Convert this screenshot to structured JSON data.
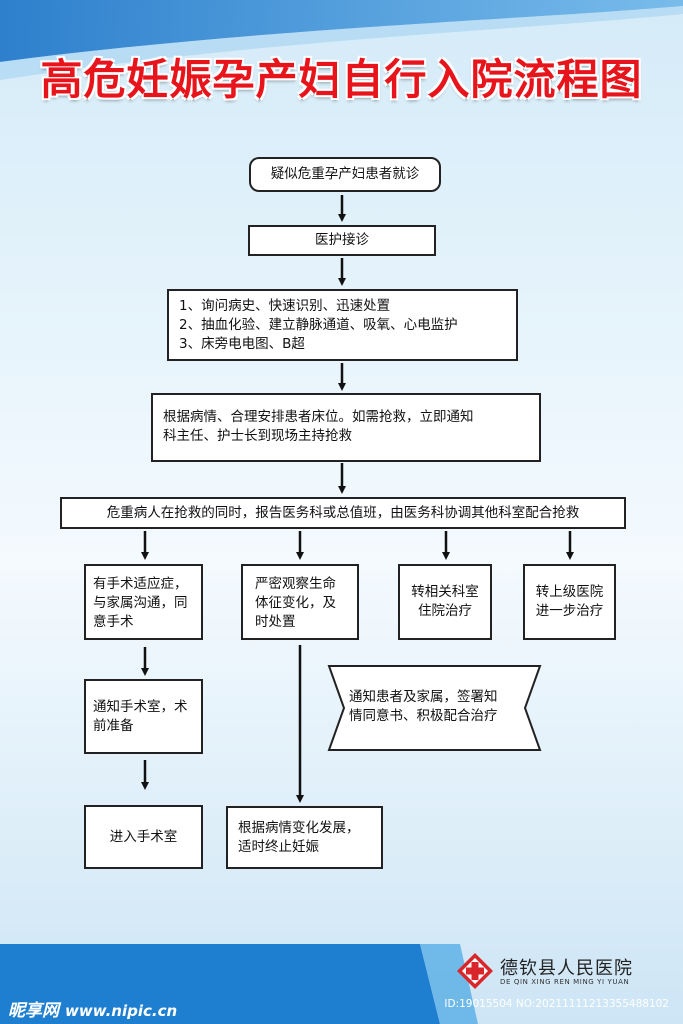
{
  "title": "高危妊娠孕产妇自行入院流程图",
  "steps": {
    "start": "疑似危重孕产妇患者就诊",
    "reception": "医护接诊",
    "assess": [
      "1、询问病史、快速识别、迅速处置",
      "2、抽血化验、建立静脉通道、吸氧、心电监护",
      "3、床旁电电图、B超"
    ],
    "arrange": [
      "根据病情、合理安排患者床位。如需抢救，立即通知",
      "科主任、护士长到现场主持抢救"
    ],
    "report": "危重病人在抢救的同时，报告医务科或总值班，由医务科协调其他科室配合抢救",
    "branch_surgery": [
      "有手术适应症，",
      "与家属沟通，同",
      "意手术"
    ],
    "branch_observe": [
      "严密观察生命",
      "体征变化，及",
      "时处置"
    ],
    "branch_transfer_dept": [
      "转相关科室",
      "住院治疗"
    ],
    "branch_transfer_up": [
      "转上级医院",
      "进一步治疗"
    ],
    "notify_or": [
      "通知手术室，术",
      "前准备"
    ],
    "enter_or": "进入手术室",
    "terminate": [
      "根据病情变化发展，",
      "适时终止妊娠"
    ],
    "notify_family": [
      "通知患者及家属，签署知",
      "情同意书、积极配合治疗"
    ]
  },
  "footer": {
    "hospital_name": "德钦县人民医院",
    "hospital_pinyin": "DE QIN XING REN MING YI YUAN",
    "watermark_site": "昵享网",
    "watermark_url": "www.nipic.cn",
    "watermark_id": "ID:19015504 NO:20211111213355488102"
  },
  "colors": {
    "title": "#e8141c",
    "footer_blue": "#1e7fd0",
    "background_top": "#cfe7f6",
    "logo_red": "#d9262b"
  }
}
